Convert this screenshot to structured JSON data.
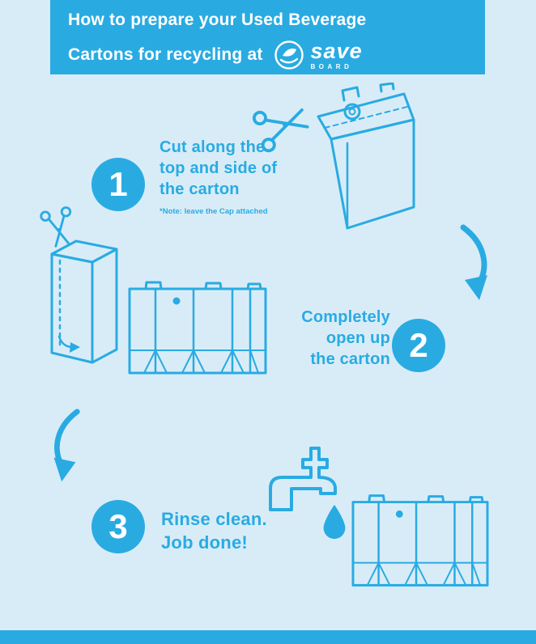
{
  "colors": {
    "accent": "#29ABE2",
    "background": "#D8ECF8",
    "text_on_accent": "#FFFFFF"
  },
  "header": {
    "title_line1": "How to prepare your Used Beverage",
    "title_line2": "Cartons for recycling at",
    "logo": {
      "word": "save",
      "sub": "BOARD"
    }
  },
  "steps": [
    {
      "number": "1",
      "label": "Cut along the\ntop and side of\nthe carton",
      "note": "*Note: leave the Cap attached"
    },
    {
      "number": "2",
      "label": "Completely\nopen up\nthe carton"
    },
    {
      "number": "3",
      "label": "Rinse clean.\nJob done!"
    }
  ],
  "icons": {
    "logo": "save-board-logo-icon",
    "scissors": "scissors-icon",
    "arrow": "curved-arrow-down-icon",
    "faucet": "faucet-icon",
    "drop": "water-drop-icon",
    "cartons": [
      "carton-cut-open",
      "carton-dashed-cut",
      "flattened-carton"
    ]
  }
}
